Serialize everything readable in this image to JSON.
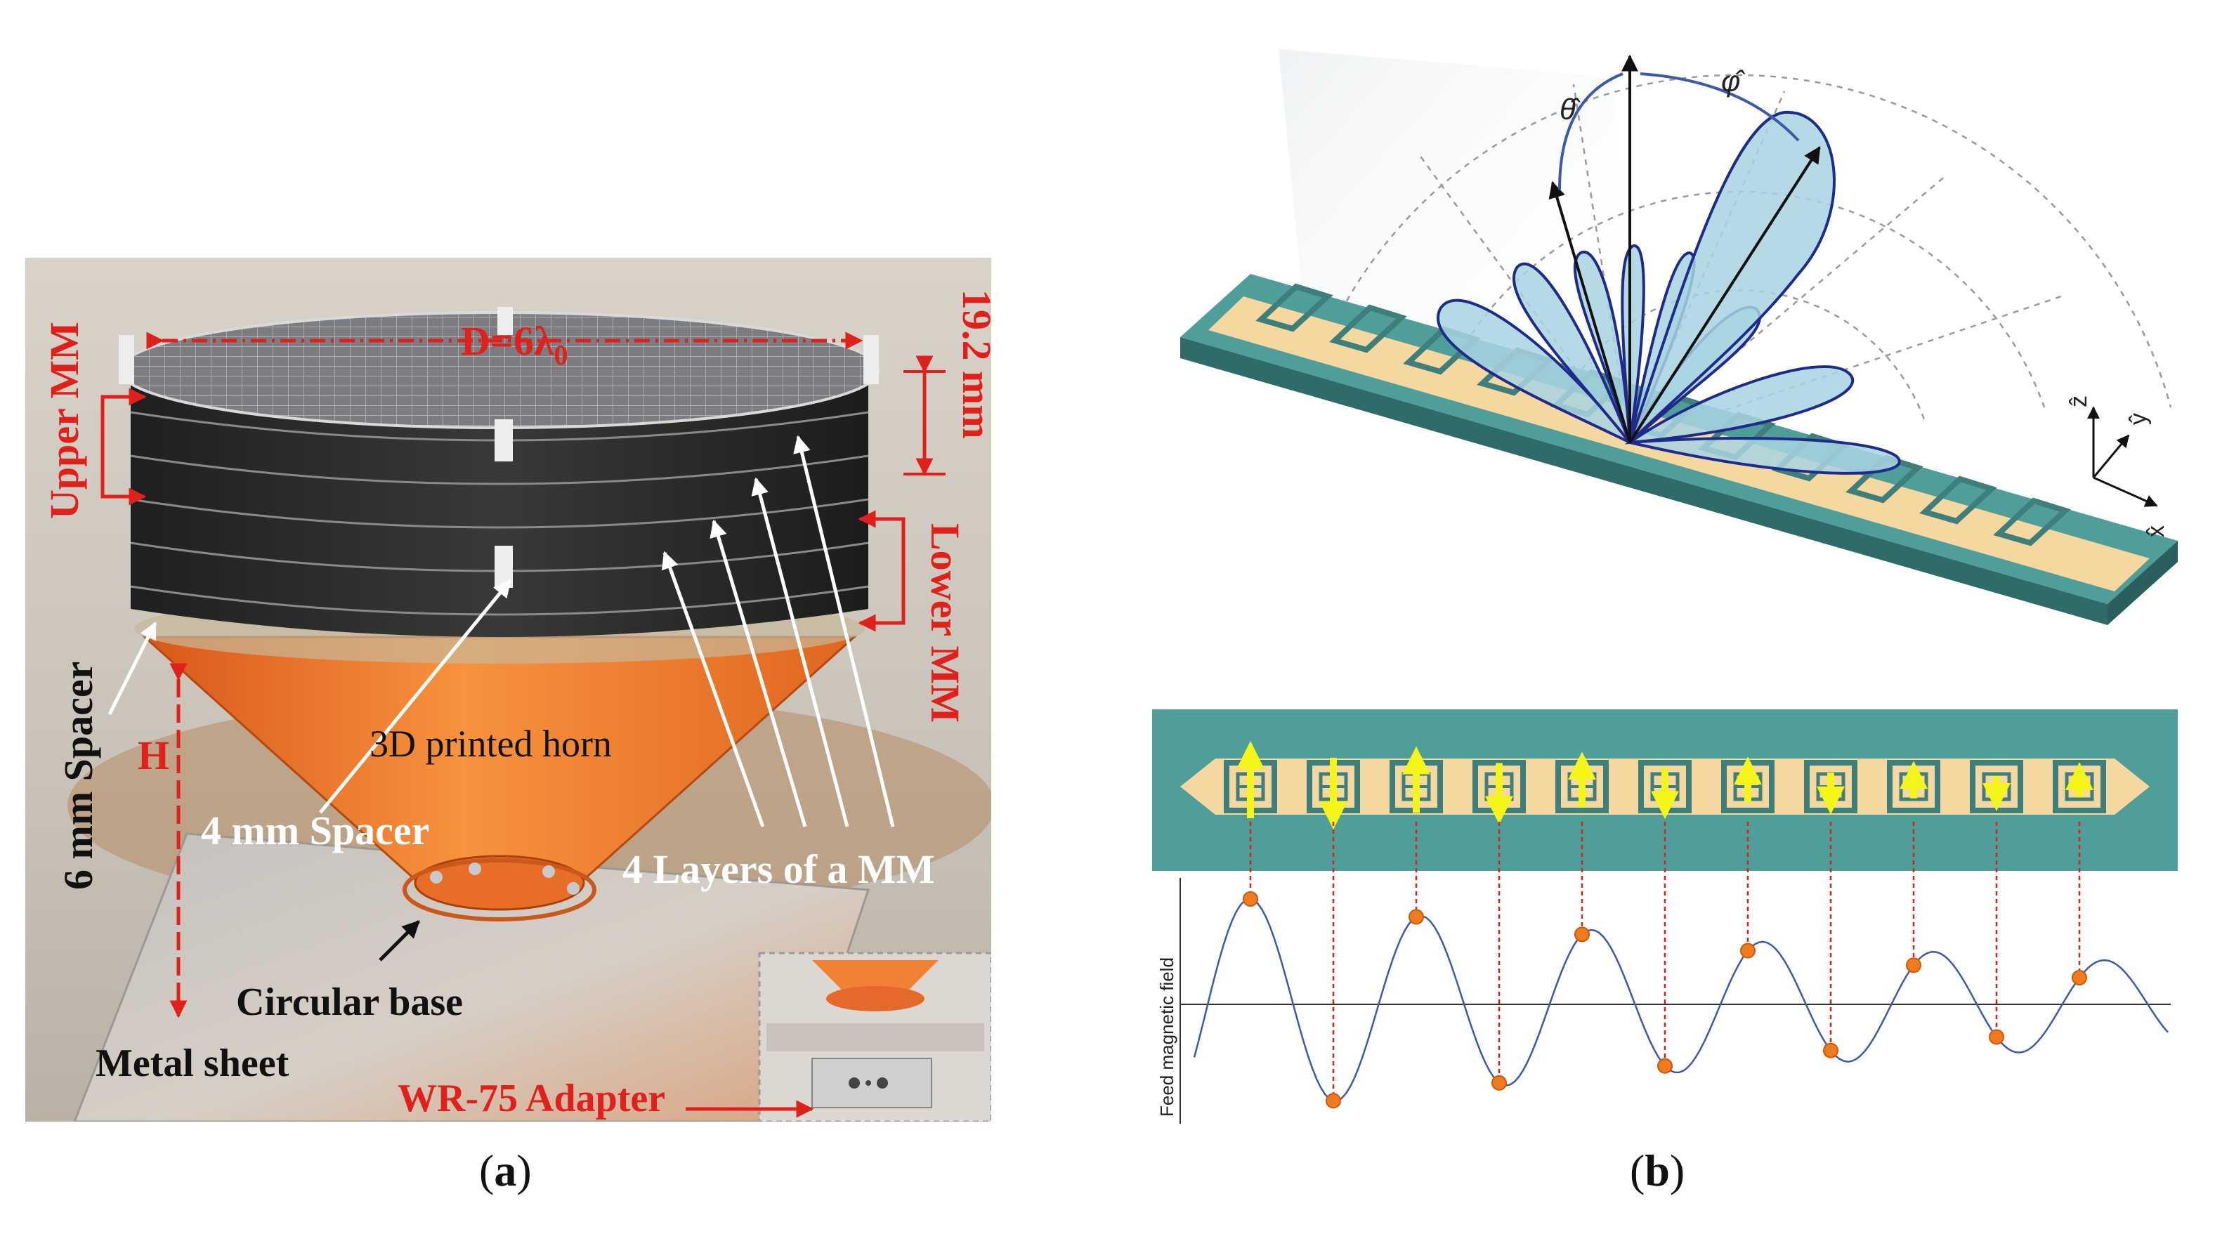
{
  "panel_a": {
    "caption_letter": "a",
    "labels": {
      "diameter": "D=6λ",
      "diameter_sub": "0",
      "upper_mm": "Upper MM",
      "lower_mm": "Lower MM",
      "height_mm": "19.2 mm",
      "spacer_6mm": "6 mm Spacer",
      "spacer_4mm": "4 mm Spacer",
      "horn": "3D printed horn",
      "layers": "4 Layers of a MM",
      "height": "H",
      "circular_base": "Circular base",
      "metal_sheet": "Metal sheet",
      "adapter": "WR-75 Adapter"
    }
  },
  "panel_b": {
    "caption_letter": "b",
    "theta_label": "θ̂",
    "phi_label": "φ̂",
    "axis_z": "ẑ",
    "axis_y": "ŷ",
    "axis_x": "x̂",
    "feed_axis_label": "Feed magnetic field"
  },
  "colors": {
    "label_red": "#e0201b",
    "horn_orange": "#f0782e",
    "substrate_teal": "#4f9e9a",
    "strip_gold": "#f5d7a0",
    "lobe_blue": "#a8d4e2",
    "lobe_outline": "#1f2b8a",
    "arrow_yellow": "#f5f51a",
    "dot_orange": "#f07a1e"
  }
}
